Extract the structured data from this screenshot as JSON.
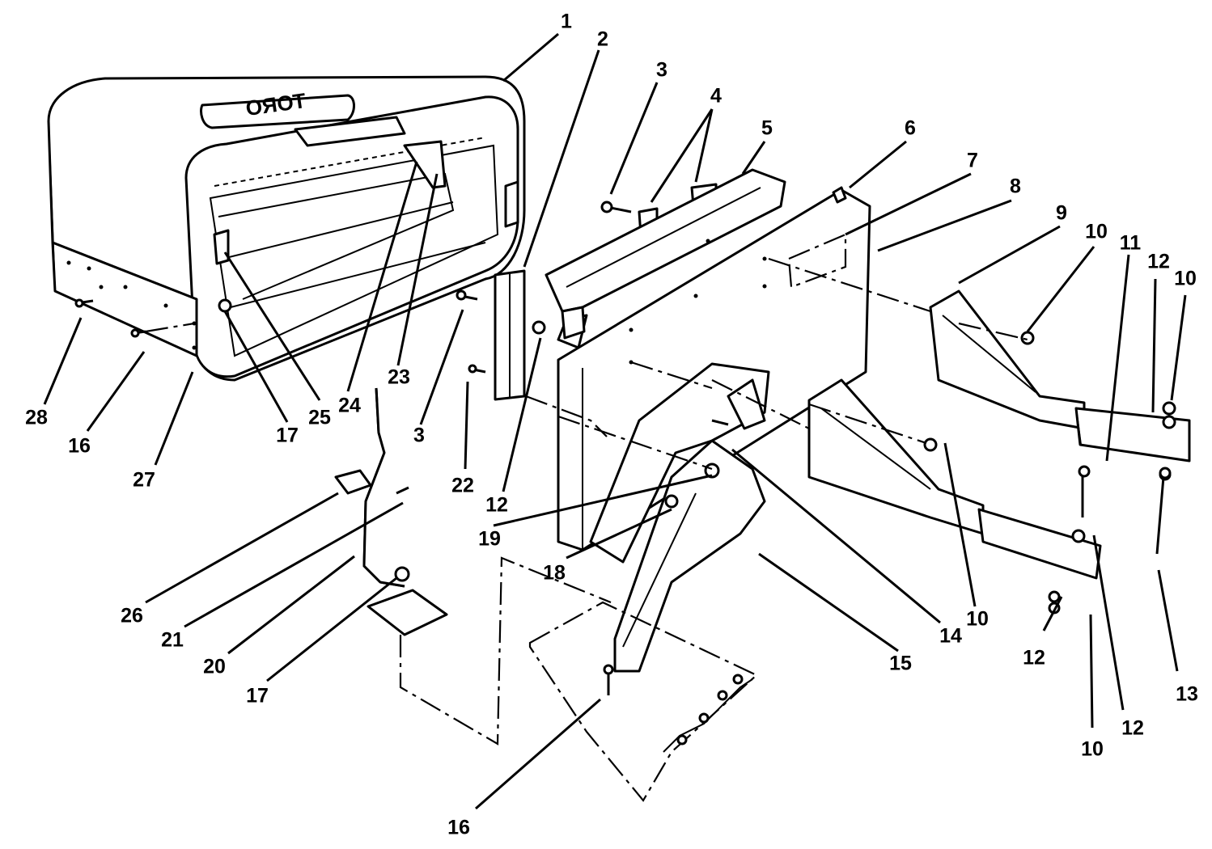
{
  "diagram": {
    "logo_text": "TORO",
    "callouts": [
      "1",
      "2",
      "3",
      "4",
      "5",
      "6",
      "7",
      "8",
      "9",
      "10",
      "11",
      "12",
      "10",
      "12",
      "3",
      "28",
      "16",
      "27",
      "17",
      "25",
      "24",
      "23",
      "22",
      "12",
      "10",
      "26",
      "21",
      "20",
      "17",
      "19",
      "18",
      "15",
      "14",
      "10",
      "12",
      "12",
      "10",
      "13",
      "16"
    ]
  }
}
